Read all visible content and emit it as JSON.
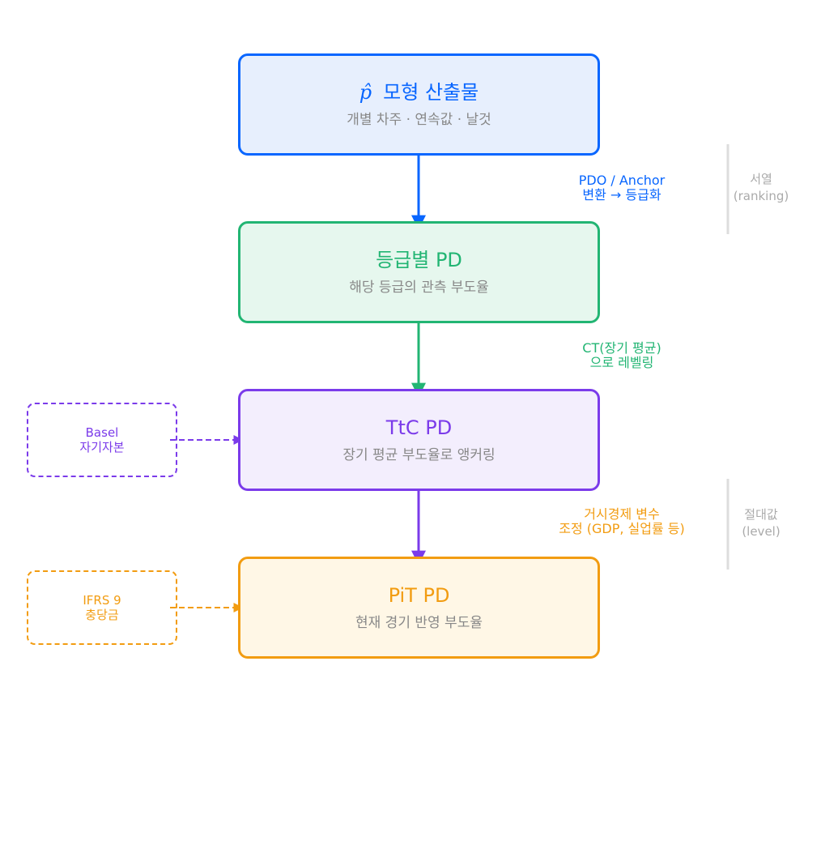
{
  "colors": {
    "blue": "#0866ff",
    "blue_fill": "#e7effd",
    "green": "#22b573",
    "green_fill": "#e6f7ee",
    "purple": "#7b3bea",
    "purple_fill": "#f3eefd",
    "orange": "#f29c11",
    "orange_fill": "#fff7e6",
    "muted": "#888888",
    "phase_line": "#dddddd",
    "phase_text": "#aaaaaa"
  },
  "boxes": {
    "model": {
      "symbol": "p̂",
      "title": "모형 산출물",
      "subtitle": "개별 차주 · 연속값 · 날것"
    },
    "grade": {
      "title": "등급별 PD",
      "subtitle": "해당 등급의 관측 부도율"
    },
    "ttc": {
      "title": "TtC PD",
      "subtitle": "장기 평균 부도율로 앵커링"
    },
    "pit": {
      "title": "PiT PD",
      "subtitle": "현재 경기 반영 부도율"
    }
  },
  "side_boxes": {
    "basel": {
      "line1": "Basel",
      "line2": "자기자본"
    },
    "ifrs": {
      "line1": "IFRS 9",
      "line2": "충당금"
    }
  },
  "step_notes": {
    "step1": {
      "line1": "PDO / Anchor",
      "line2": "변환 → 등급화"
    },
    "step2": {
      "line1": "CT(장기 평균)",
      "line2": "으로 레벨링"
    },
    "step3": {
      "line1": "거시경제 변수",
      "line2": "조정 (GDP, 실업률 등)"
    }
  },
  "phases": {
    "ranking": {
      "line1": "서열",
      "line2": "(ranking)"
    },
    "level": {
      "line1": "절대값",
      "line2": "(level)"
    }
  }
}
